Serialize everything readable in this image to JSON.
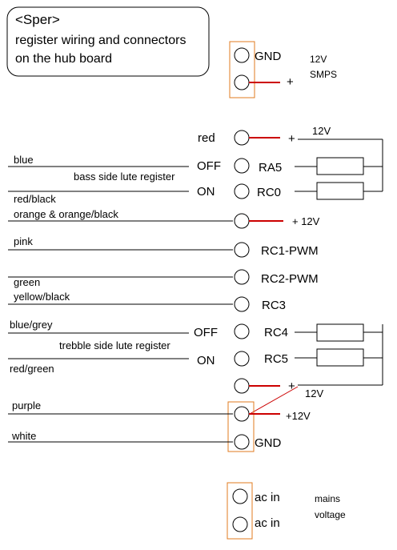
{
  "title_box": {
    "line1": "<Sper>",
    "line2": "register wiring and connectors",
    "line3": "on the hub board"
  },
  "power_connector": {
    "pin_gnd": "GND",
    "supply_line1": "12V",
    "supply_line2": "SMPS",
    "plus": "+"
  },
  "bass_register": {
    "red_label": "red",
    "plus": "+",
    "top_12v": "12V",
    "wire_blue": "blue",
    "register_name": "bass side lute register",
    "off_label": "OFF",
    "on_label": "ON",
    "pin_ra5": "RA5",
    "pin_rc0": "RC0",
    "wire_red_black": "red/black"
  },
  "middle_wires": {
    "wire_orange": "orange & orange/black",
    "plus_12v": "+ 12V",
    "wire_pink": "pink",
    "pin_rc1": "RC1-PWM",
    "wire_green": "green",
    "pin_rc2": "RC2-PWM",
    "wire_yellow_black": "yellow/black",
    "pin_rc3": "RC3"
  },
  "treble_register": {
    "wire_blue_grey": "blue/grey",
    "off_label": "OFF",
    "register_name": "trebble side lute register",
    "on_label": "ON",
    "pin_rc4": "RC4",
    "pin_rc5": "RC5",
    "wire_red_green": "red/green",
    "plus": "+",
    "bottom_12v": "12V"
  },
  "output_connector": {
    "wire_purple": "purple",
    "plus_12v": "+12V",
    "wire_white": "white",
    "pin_gnd": "GND"
  },
  "mains_connector": {
    "pin_ac1": "ac in",
    "pin_ac2": "ac in",
    "label_line1": "mains",
    "label_line2": "voltage"
  },
  "colors": {
    "wire": "#000000",
    "power_wire": "#cc0000",
    "connector_outline": "#e07b1f",
    "text": "#000000"
  }
}
